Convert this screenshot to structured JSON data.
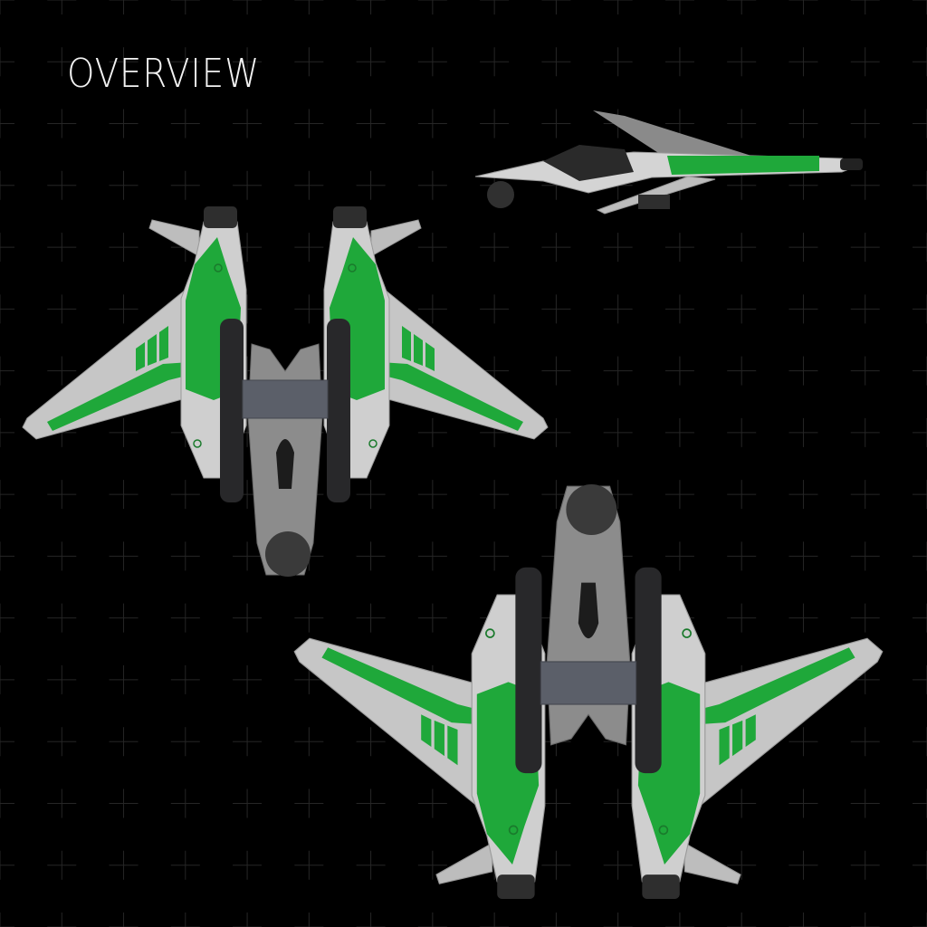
{
  "title": "OVERVIEW",
  "views": [
    "side-view",
    "top-view",
    "bottom-view"
  ],
  "colors": {
    "background": "#000000",
    "grid": "#262626",
    "hull": "#c9c9c9",
    "accent_green": "#1fa83a",
    "fuselage": "#8c8c8c",
    "dark": "#2c2c2e",
    "crossbar": "#5b5f69"
  }
}
